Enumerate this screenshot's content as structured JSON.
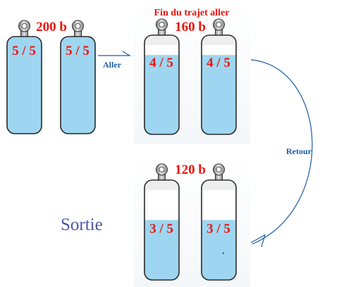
{
  "colors": {
    "accent_red": "#e8140c",
    "label_blue": "#1a5ea8",
    "sortie_blue": "#4a55a6",
    "liquid": "#9ed6f1",
    "gas": "#ffffff"
  },
  "stages": {
    "start": {
      "pressure": "200 b",
      "fill_label": "5 / 5",
      "fill_fraction": 1.0
    },
    "mid": {
      "title": "Fin du trajet aller",
      "pressure": "160 b",
      "fill_label": "4 / 5",
      "fill_fraction": 0.8
    },
    "end": {
      "pressure": "120 b",
      "fill_label": "3 / 5",
      "fill_fraction": 0.6
    }
  },
  "arrows": {
    "aller": "Aller",
    "retour": "Retour"
  },
  "sortie": "Sortie"
}
